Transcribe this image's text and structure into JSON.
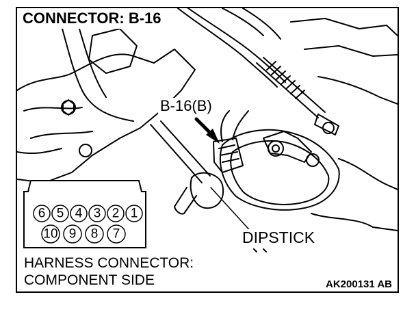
{
  "title": "CONNECTOR: B-16",
  "callout_label": "B-16(B)",
  "dipstick_label": "DIPSTICK",
  "harness_caption": {
    "line1": "HARNESS CONNECTOR:",
    "line2": "COMPONENT SIDE"
  },
  "reference_code": "AK200131 AB",
  "connector_pins": {
    "top_row": [
      "6",
      "5",
      "4",
      "3",
      "2",
      "1"
    ],
    "bottom_row": [
      "10",
      "9",
      "8",
      "7"
    ]
  }
}
